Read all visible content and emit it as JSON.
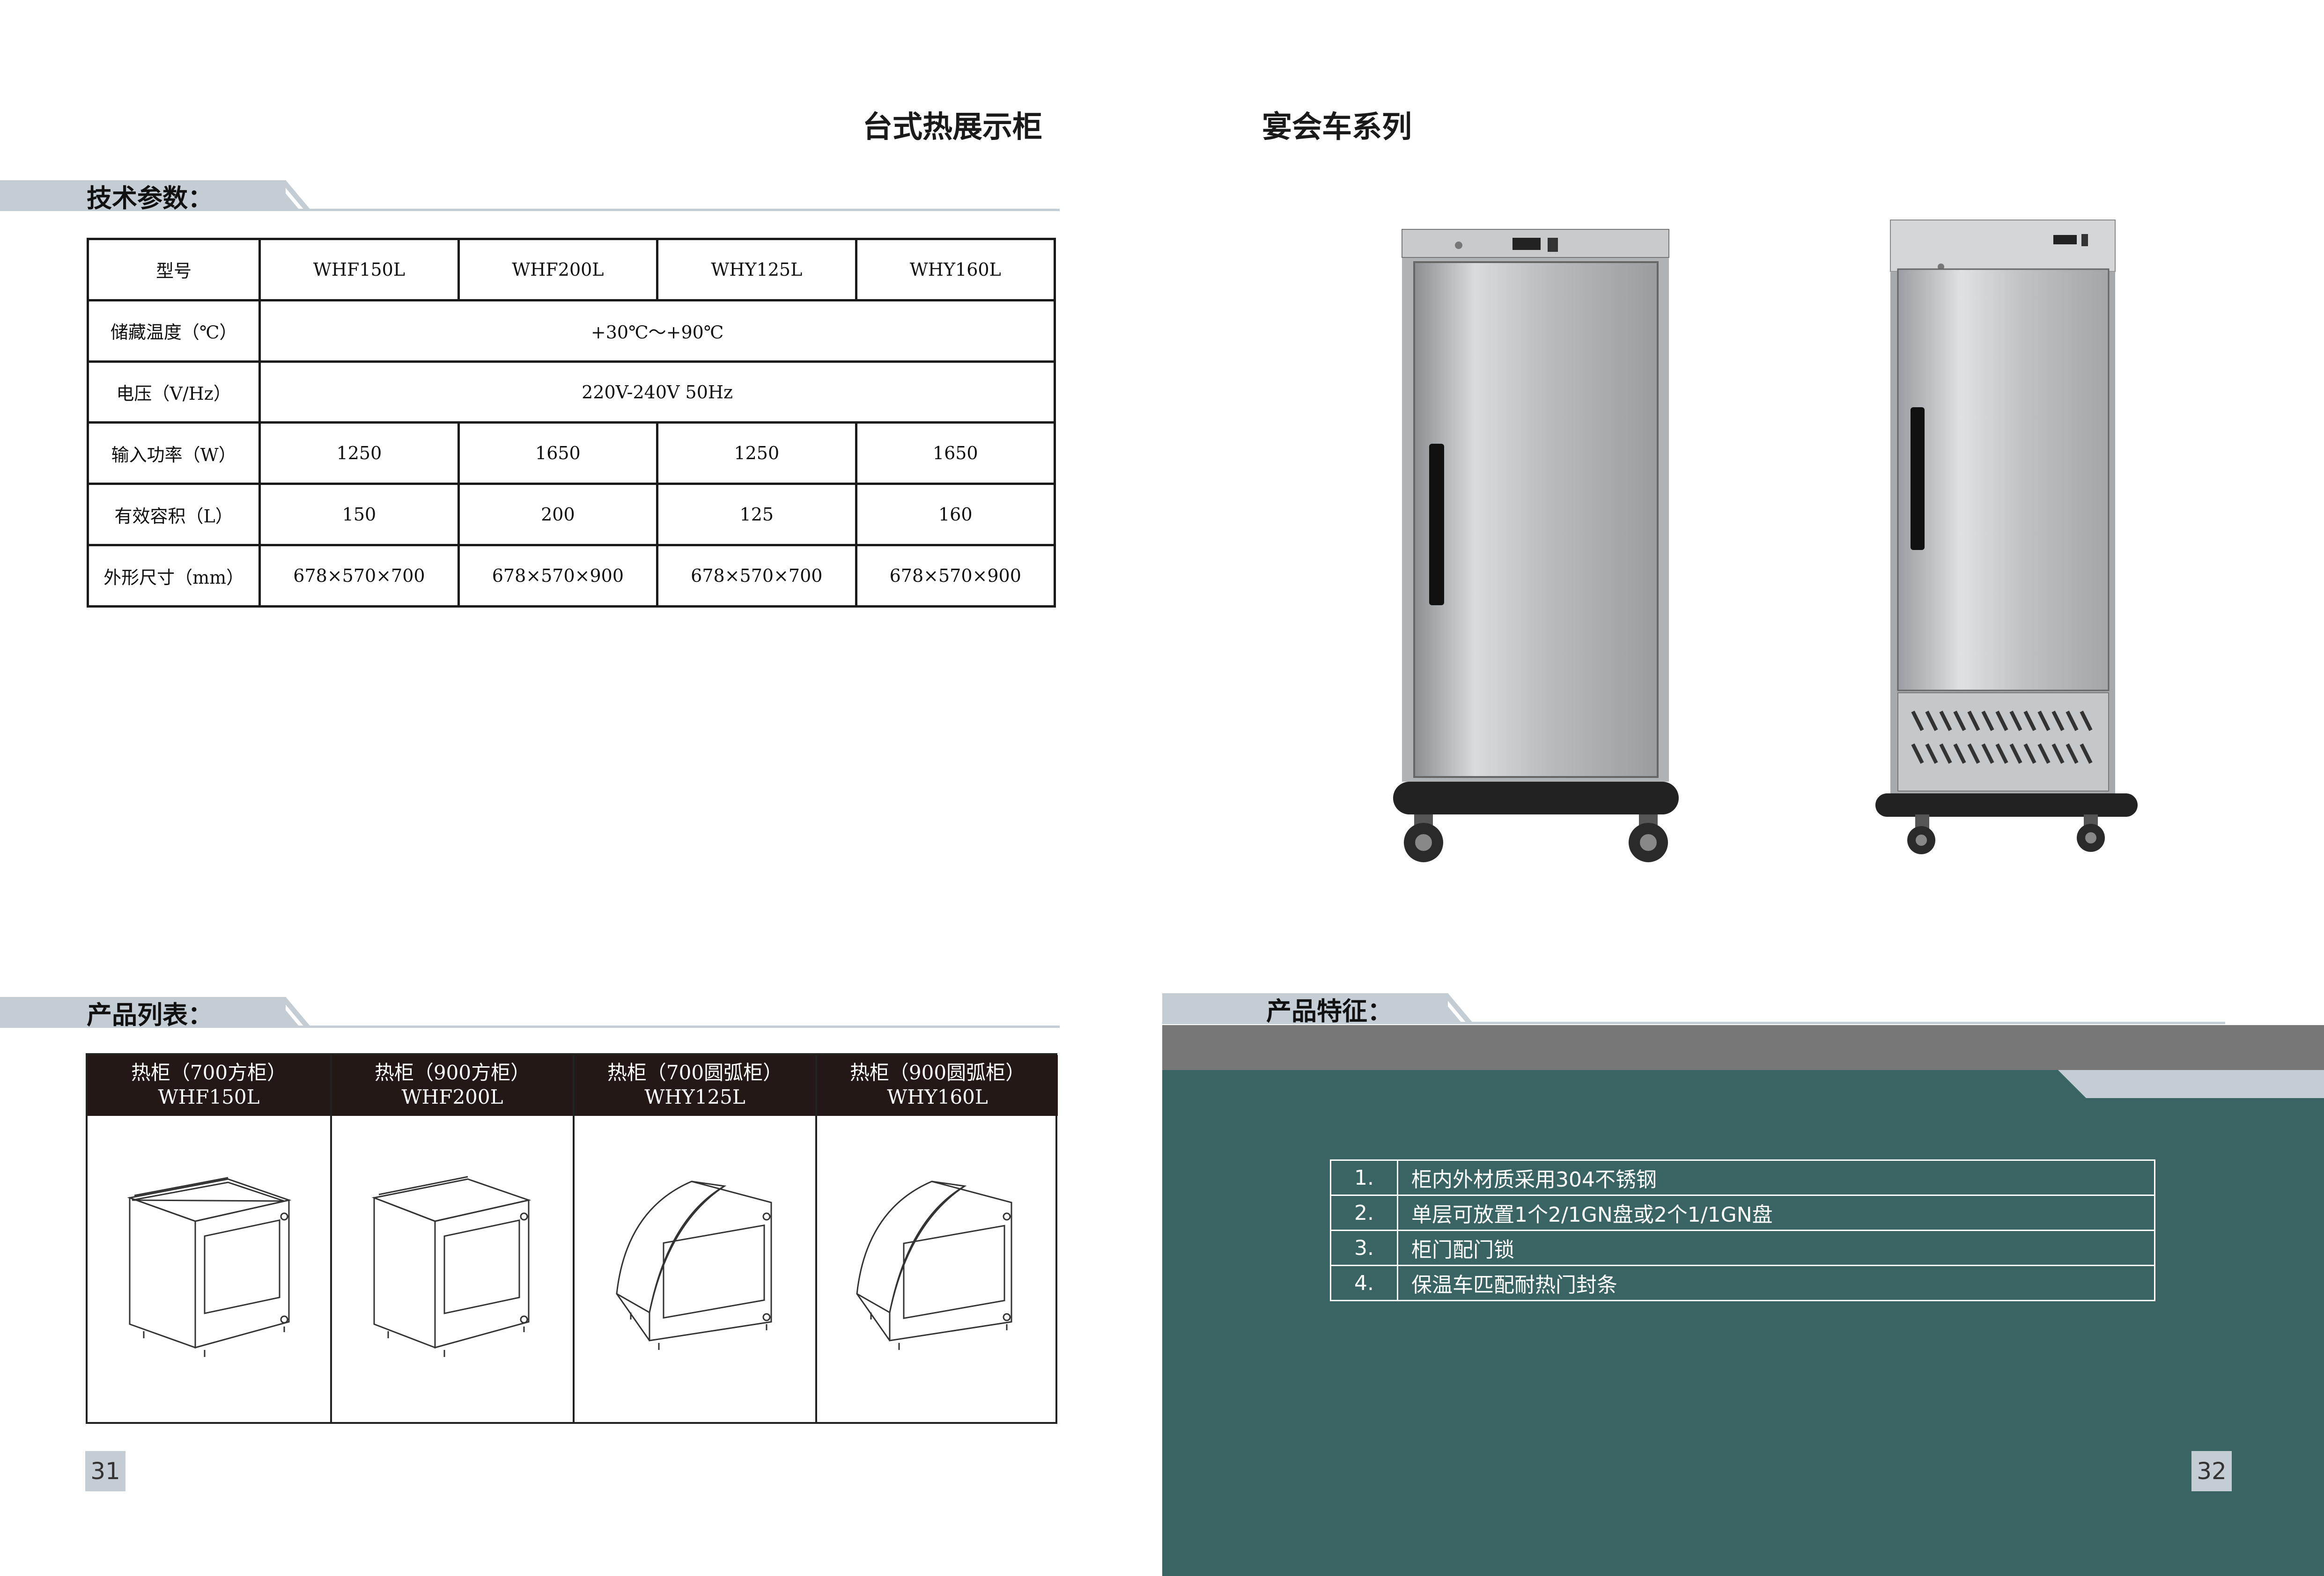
{
  "left_page": {
    "title": "台式热展示柜",
    "spec_section": {
      "label": "技术参数："
    },
    "spec_table": {
      "header": [
        "型号",
        "WHF150L",
        "WHF200L",
        "WHY125L",
        "WHY160L"
      ],
      "temperature": {
        "label": "储藏温度（℃）",
        "value": "+30℃～+90℃"
      },
      "voltage": {
        "label": "电压（V/Hz）",
        "value": "220V-240V 50Hz"
      },
      "power": {
        "label": "输入功率（W）",
        "values": [
          "1250",
          "1650",
          "1250",
          "1650"
        ]
      },
      "volume": {
        "label": "有效容积（L）",
        "values": [
          "150",
          "200",
          "125",
          "160"
        ]
      },
      "size": {
        "label": "外形尺寸（mm）",
        "values": [
          "678×570×700",
          "678×570×900",
          "678×570×700",
          "678×570×900"
        ]
      }
    },
    "list_section": {
      "label": "产品列表："
    },
    "products": [
      {
        "name": "热柜（700方柜）",
        "model": "WHF150L"
      },
      {
        "name": "热柜（900方柜）",
        "model": "WHF200L"
      },
      {
        "name": "热柜（700圆弧柜）",
        "model": "WHY125L"
      },
      {
        "name": "热柜（900圆弧柜）",
        "model": "WHY160L"
      }
    ],
    "page_number": "31"
  },
  "right_page": {
    "title": "宴会车系列",
    "feature_section": {
      "label": "产品特征："
    },
    "features": [
      {
        "num": "1.",
        "text": "柜内外材质采用304不锈钢"
      },
      {
        "num": "2.",
        "text": "单层可放置1个2/1GN盘或2个1/1GN盘"
      },
      {
        "num": "3.",
        "text": "柜门配门锁"
      },
      {
        "num": "4.",
        "text": "保温车匹配耐热门封条"
      }
    ],
    "page_number": "32"
  },
  "colors": {
    "accent_gray": "#c4cdd4",
    "panel_teal": "#3a6463",
    "panel_gray": "#777777",
    "header_dark": "#231815"
  }
}
